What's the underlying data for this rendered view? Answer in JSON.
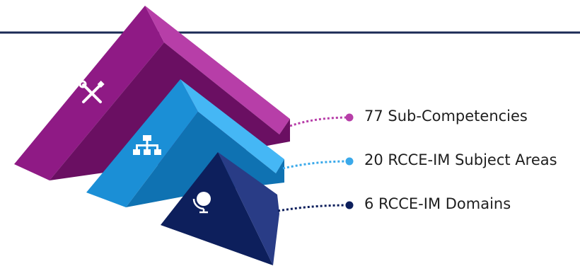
{
  "colors": {
    "rule": "#1b2a55",
    "magenta_front": "#8f1a85",
    "magenta_top": "#b73ea8",
    "magenta_right": "#6a0f62",
    "blue_front": "#1b8fd6",
    "blue_top": "#45b7f5",
    "blue_right": "#0f72b2",
    "navy_front": "#0d1f5c",
    "navy_left": "#1a2b6e",
    "navy_right": "#293c86"
  },
  "tiers": [
    {
      "label": "77 Sub-Competencies",
      "icon": "tools-icon",
      "color": "#b73ea8"
    },
    {
      "label": "20 RCCE-IM Subject Areas",
      "icon": "hierarchy-icon",
      "color": "#3aa9ea"
    },
    {
      "label": "6 RCCE-IM Domains",
      "icon": "globe-icon",
      "color": "#0d1f5c"
    }
  ]
}
